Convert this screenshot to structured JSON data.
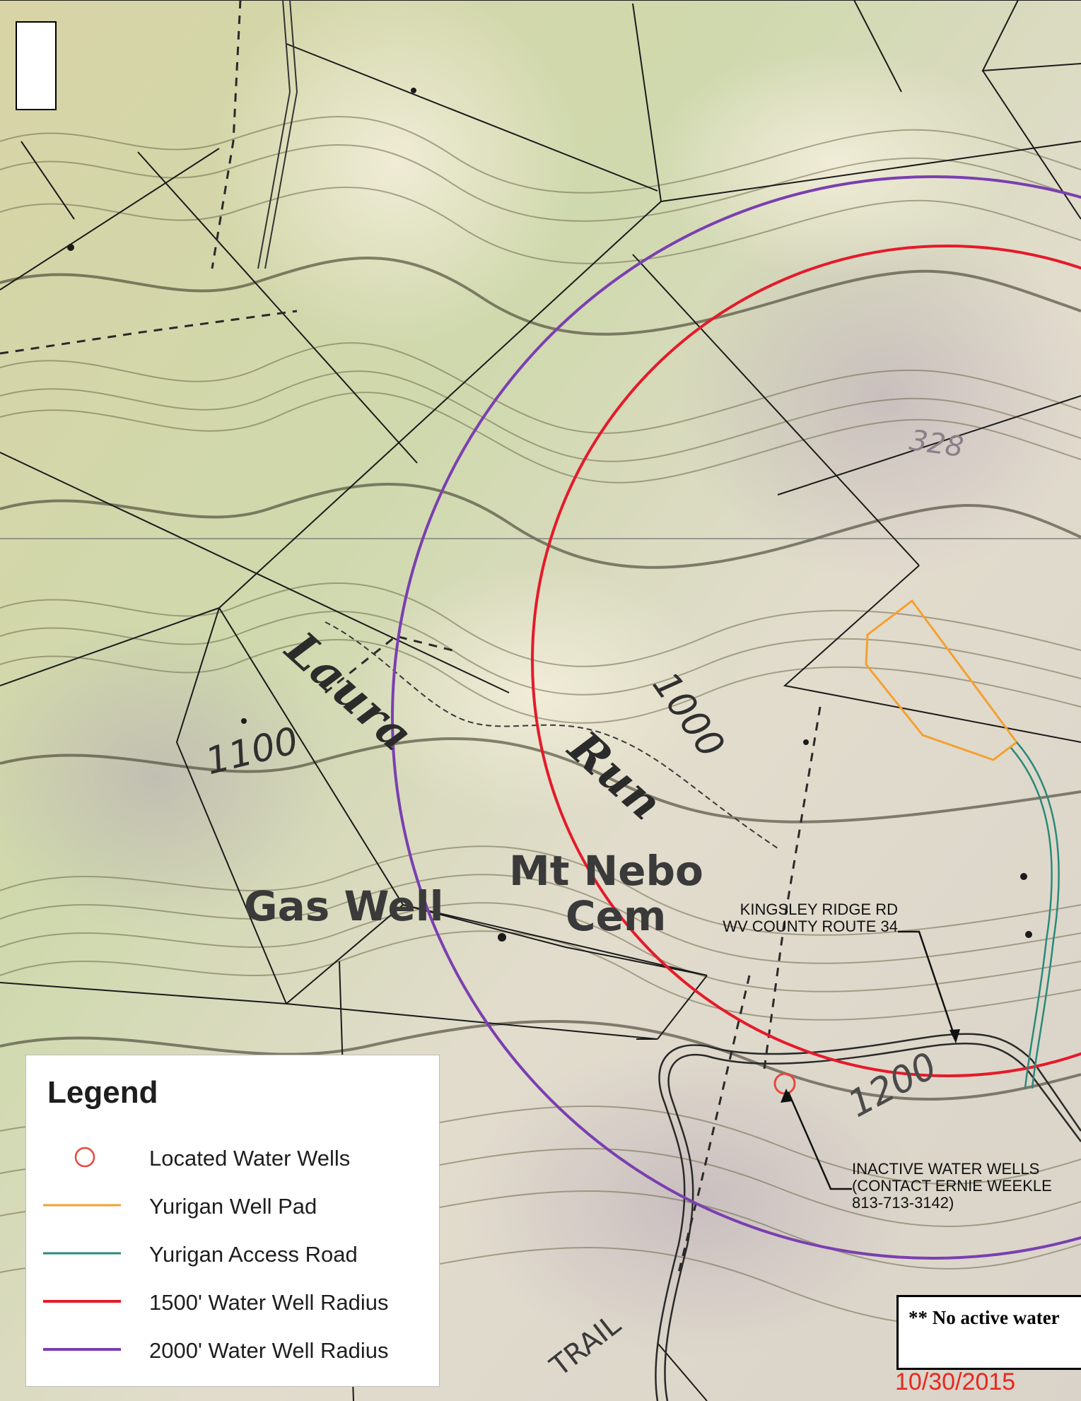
{
  "map": {
    "labels": {
      "stream_1": "Laura",
      "stream_2": "Run",
      "elev_1100": "1100",
      "elev_1000": "1000",
      "elev_1200": "1200",
      "elev_328": "328",
      "gas_well": "Gas Well",
      "cemetery_1": "Mt Nebo",
      "cemetery_2": "Cem",
      "trail": "TRAIL"
    },
    "annotations": {
      "road_line1": "KINGSLEY RIDGE RD",
      "road_line2": "WV COUNTY ROUTE 34",
      "wells_line1": "INACTIVE WATER WELLS",
      "wells_line2": "(CONTACT ERNIE WEEKLE",
      "wells_line3": "813-713-3142)"
    },
    "notice": "** No active water",
    "date": "10/30/2015"
  },
  "legend": {
    "title": "Legend",
    "items": [
      {
        "label": "Located Water Wells",
        "symbol": "circle-icon",
        "color": "#e8473c"
      },
      {
        "label": "Yurigan Well Pad",
        "symbol": "line",
        "color": "#f5a030"
      },
      {
        "label": "Yurigan Access Road",
        "symbol": "line",
        "color": "#2a8a7a"
      },
      {
        "label": "1500' Water Well Radius",
        "symbol": "line",
        "color": "#e51a2a"
      },
      {
        "label": "2000' Water Well Radius",
        "symbol": "line",
        "color": "#7a3fb0"
      }
    ]
  }
}
